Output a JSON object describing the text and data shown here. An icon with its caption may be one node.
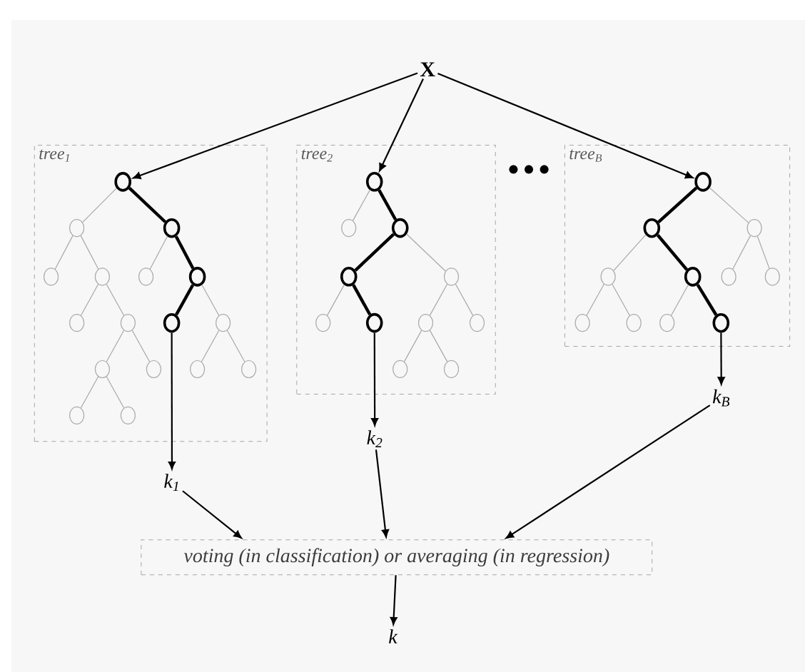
{
  "diagram": {
    "nodes": [
      {
        "text": [
          "X"
        ]
      },
      {
        "text": [
          "tree$_{1}$"
        ]
      },
      {
        "text": [],
        "shape": "circle",
        "in": 1
      },
      {
        "text": [],
        "shape": "circle",
        "in": 1
      },
      {
        "text": [],
        "shape": "circle",
        "in": 1
      },
      {
        "text": [],
        "shape": "circle",
        "in": 1
      },
      {
        "text": [],
        "shape": "circle",
        "in": 1
      },
      {
        "text": [],
        "shape": "circle",
        "in": 1
      },
      {
        "text": [],
        "shape": "circle",
        "in": 1
      },
      {
        "text": [],
        "shape": "circle",
        "in": 1
      },
      {
        "text": [],
        "shape": "circle",
        "in": 1
      },
      {
        "text": [],
        "shape": "circle",
        "in": 1
      },
      {
        "text": [],
        "shape": "circle",
        "in": 1
      },
      {
        "text": [],
        "shape": "circle",
        "in": 1
      },
      {
        "text": [],
        "shape": "circle",
        "in": 1
      },
      {
        "text": [],
        "shape": "circle",
        "in": 1
      },
      {
        "text": [],
        "shape": "circle",
        "in": 1
      },
      {
        "text": [],
        "shape": "circle",
        "in": 1
      },
      {
        "text": [],
        "shape": "circle",
        "in": 1
      },
      {
        "text": [
          "tree$_{2}$"
        ]
      },
      {
        "text": [],
        "shape": "circle",
        "in": 19
      },
      {
        "text": [],
        "shape": "circle",
        "in": 19
      },
      {
        "text": [],
        "shape": "circle",
        "in": 19
      },
      {
        "text": [],
        "shape": "circle",
        "in": 19
      },
      {
        "text": [],
        "shape": "circle",
        "in": 19
      },
      {
        "text": [],
        "shape": "circle",
        "in": 19
      },
      {
        "text": [],
        "shape": "circle",
        "in": 19
      },
      {
        "text": [],
        "shape": "circle",
        "in": 19
      },
      {
        "text": [],
        "shape": "circle",
        "in": 19
      },
      {
        "text": [],
        "shape": "circle",
        "in": 19
      },
      {
        "text": [],
        "shape": "circle",
        "in": 19
      },
      {
        "text": [
          "tree$_{B}$"
        ]
      },
      {
        "text": [],
        "shape": "circle",
        "in": 31
      },
      {
        "text": [],
        "shape": "circle",
        "in": 31
      },
      {
        "text": [],
        "shape": "circle",
        "in": 31
      },
      {
        "text": [],
        "shape": "circle",
        "in": 31
      },
      {
        "text": [],
        "shape": "circle",
        "in": 31
      },
      {
        "text": [],
        "shape": "circle",
        "in": 31
      },
      {
        "text": [],
        "shape": "circle",
        "in": 31
      },
      {
        "text": [],
        "shape": "circle",
        "in": 31
      },
      {
        "text": [],
        "shape": "circle",
        "in": 31
      },
      {
        "text": [],
        "shape": "circle",
        "in": 31
      },
      {
        "text": [],
        "shape": "circle",
        "in": 31
      },
      {
        "text": [
          "k$_{1}$"
        ]
      },
      {
        "text": [
          "k$_{2}$"
        ]
      },
      {
        "text": [
          "k$_{B}$"
        ]
      },
      {
        "text": [
          "voting (in classification) or averaging (in regression)"
        ]
      },
      {
        "text": [
          "k"
        ]
      }
    ],
    "edges": [
      {
        "from": 2,
        "to": 3,
        "arrow": "none",
        "color": "#a8a8a8"
      },
      {
        "from": 2,
        "to": 4,
        "arrow": "none",
        "style": "thick",
        "color": "#000000"
      },
      {
        "from": 3,
        "to": 5,
        "arrow": "none",
        "color": "#a8a8a8"
      },
      {
        "from": 3,
        "to": 6,
        "arrow": "none",
        "color": "#a8a8a8"
      },
      {
        "from": 6,
        "to": 9,
        "arrow": "none",
        "color": "#a8a8a8"
      },
      {
        "from": 6,
        "to": 10,
        "arrow": "none",
        "color": "#a8a8a8"
      },
      {
        "from": 10,
        "to": 13,
        "arrow": "none",
        "color": "#a8a8a8"
      },
      {
        "from": 10,
        "to": 14,
        "arrow": "none",
        "color": "#a8a8a8"
      },
      {
        "from": 13,
        "to": 17,
        "arrow": "none",
        "color": "#a8a8a8"
      },
      {
        "from": 13,
        "to": 18,
        "arrow": "none",
        "color": "#a8a8a8"
      },
      {
        "from": 4,
        "to": 7,
        "arrow": "none",
        "color": "#a8a8a8"
      },
      {
        "from": 4,
        "to": 8,
        "arrow": "none",
        "style": "thick",
        "color": "#000000"
      },
      {
        "from": 8,
        "to": 11,
        "arrow": "none",
        "style": "thick",
        "color": "#000000"
      },
      {
        "from": 8,
        "to": 12,
        "arrow": "none",
        "color": "#a8a8a8"
      },
      {
        "from": 12,
        "to": 15,
        "arrow": "none",
        "color": "#a8a8a8"
      },
      {
        "from": 12,
        "to": 16,
        "arrow": "none",
        "color": "#a8a8a8"
      },
      {
        "from": 20,
        "to": 21,
        "arrow": "none",
        "color": "#a8a8a8"
      },
      {
        "from": 20,
        "to": 22,
        "arrow": "none",
        "style": "thick",
        "color": "#000000"
      },
      {
        "from": 22,
        "to": 23,
        "arrow": "none",
        "style": "thick",
        "color": "#000000"
      },
      {
        "from": 22,
        "to": 24,
        "arrow": "none",
        "color": "#a8a8a8"
      },
      {
        "from": 23,
        "to": 25,
        "arrow": "none",
        "color": "#a8a8a8"
      },
      {
        "from": 23,
        "to": 26,
        "arrow": "none",
        "style": "thick",
        "color": "#000000"
      },
      {
        "from": 24,
        "to": 27,
        "arrow": "none",
        "color": "#a8a8a8"
      },
      {
        "from": 24,
        "to": 28,
        "arrow": "none",
        "color": "#a8a8a8"
      },
      {
        "from": 27,
        "to": 29,
        "arrow": "none",
        "color": "#a8a8a8"
      },
      {
        "from": 27,
        "to": 30,
        "arrow": "none",
        "color": "#a8a8a8"
      },
      {
        "from": 32,
        "to": 33,
        "arrow": "none",
        "style": "thick",
        "color": "#000000"
      },
      {
        "from": 32,
        "to": 34,
        "arrow": "none",
        "color": "#a8a8a8"
      },
      {
        "from": 33,
        "to": 35,
        "arrow": "none",
        "color": "#a8a8a8"
      },
      {
        "from": 33,
        "to": 36,
        "arrow": "none",
        "style": "thick",
        "color": "#000000"
      },
      {
        "from": 35,
        "to": 39,
        "arrow": "none",
        "color": "#a8a8a8"
      },
      {
        "from": 35,
        "to": 40,
        "arrow": "none",
        "color": "#a8a8a8"
      },
      {
        "from": 36,
        "to": 41,
        "arrow": "none",
        "color": "#a8a8a8"
      },
      {
        "from": 36,
        "to": 42,
        "arrow": "none",
        "style": "thick",
        "color": "#000000"
      },
      {
        "from": 34,
        "to": 37,
        "arrow": "none",
        "color": "#a8a8a8"
      },
      {
        "from": 34,
        "to": 38,
        "arrow": "none",
        "color": "#a8a8a8"
      },
      {
        "from": 0,
        "to": 2,
        "arrow": "to",
        "color": "#000000"
      },
      {
        "from": 0,
        "to": 20,
        "arrow": "to",
        "color": "#000000"
      },
      {
        "from": 0,
        "to": 32,
        "arrow": "to",
        "color": "#000000"
      },
      {
        "from": 11,
        "to": 43,
        "arrow": "to",
        "color": "#000000"
      },
      {
        "from": 26,
        "to": 44,
        "arrow": "to",
        "color": "#000000"
      },
      {
        "from": 42,
        "to": 45,
        "arrow": "to",
        "color": "#000000"
      },
      {
        "from": 43,
        "to": 46,
        "arrow": "to",
        "color": "#000000"
      },
      {
        "from": 44,
        "to": 46,
        "arrow": "to",
        "color": "#000000"
      },
      {
        "from": 45,
        "to": 46,
        "arrow": "to",
        "color": "#000000"
      },
      {
        "from": 46,
        "to": 47,
        "arrow": "to",
        "color": "#000000"
      }
    ]
  }
}
